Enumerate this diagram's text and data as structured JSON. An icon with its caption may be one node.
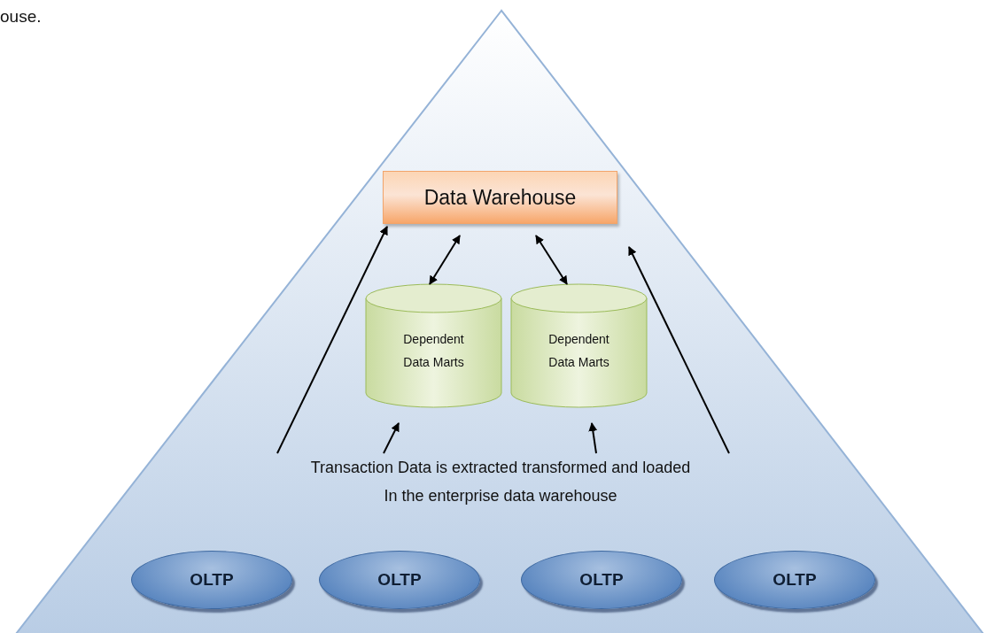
{
  "diagram": {
    "nodes": [
      {
        "text": [
          "Data Warehouse"
        ]
      },
      {
        "text": [
          "Dependent Data Marts"
        ]
      },
      {
        "text": [
          "Dependent Data Marts"
        ]
      },
      {
        "text": [
          "Transaction Data is extracted transformed and loaded",
          "In the enterprise data warehouse"
        ]
      },
      {
        "text": [
          "OLTP"
        ]
      },
      {
        "text": [
          "OLTP"
        ]
      },
      {
        "text": [
          "OLTP"
        ]
      },
      {
        "text": [
          "OLTP"
        ]
      }
    ],
    "edges": [
      {
        "from": 3,
        "to": 0,
        "arrow": "to"
      },
      {
        "from": 1,
        "to": 0,
        "arrow": "both"
      },
      {
        "from": 2,
        "to": 0,
        "arrow": "both"
      },
      {
        "from": 3,
        "to": 0,
        "arrow": "to"
      },
      {
        "from": 3,
        "to": 1,
        "arrow": "to"
      },
      {
        "from": 3,
        "to": 2,
        "arrow": "to"
      }
    ],
    "labels": [
      "ouse."
    ]
  }
}
